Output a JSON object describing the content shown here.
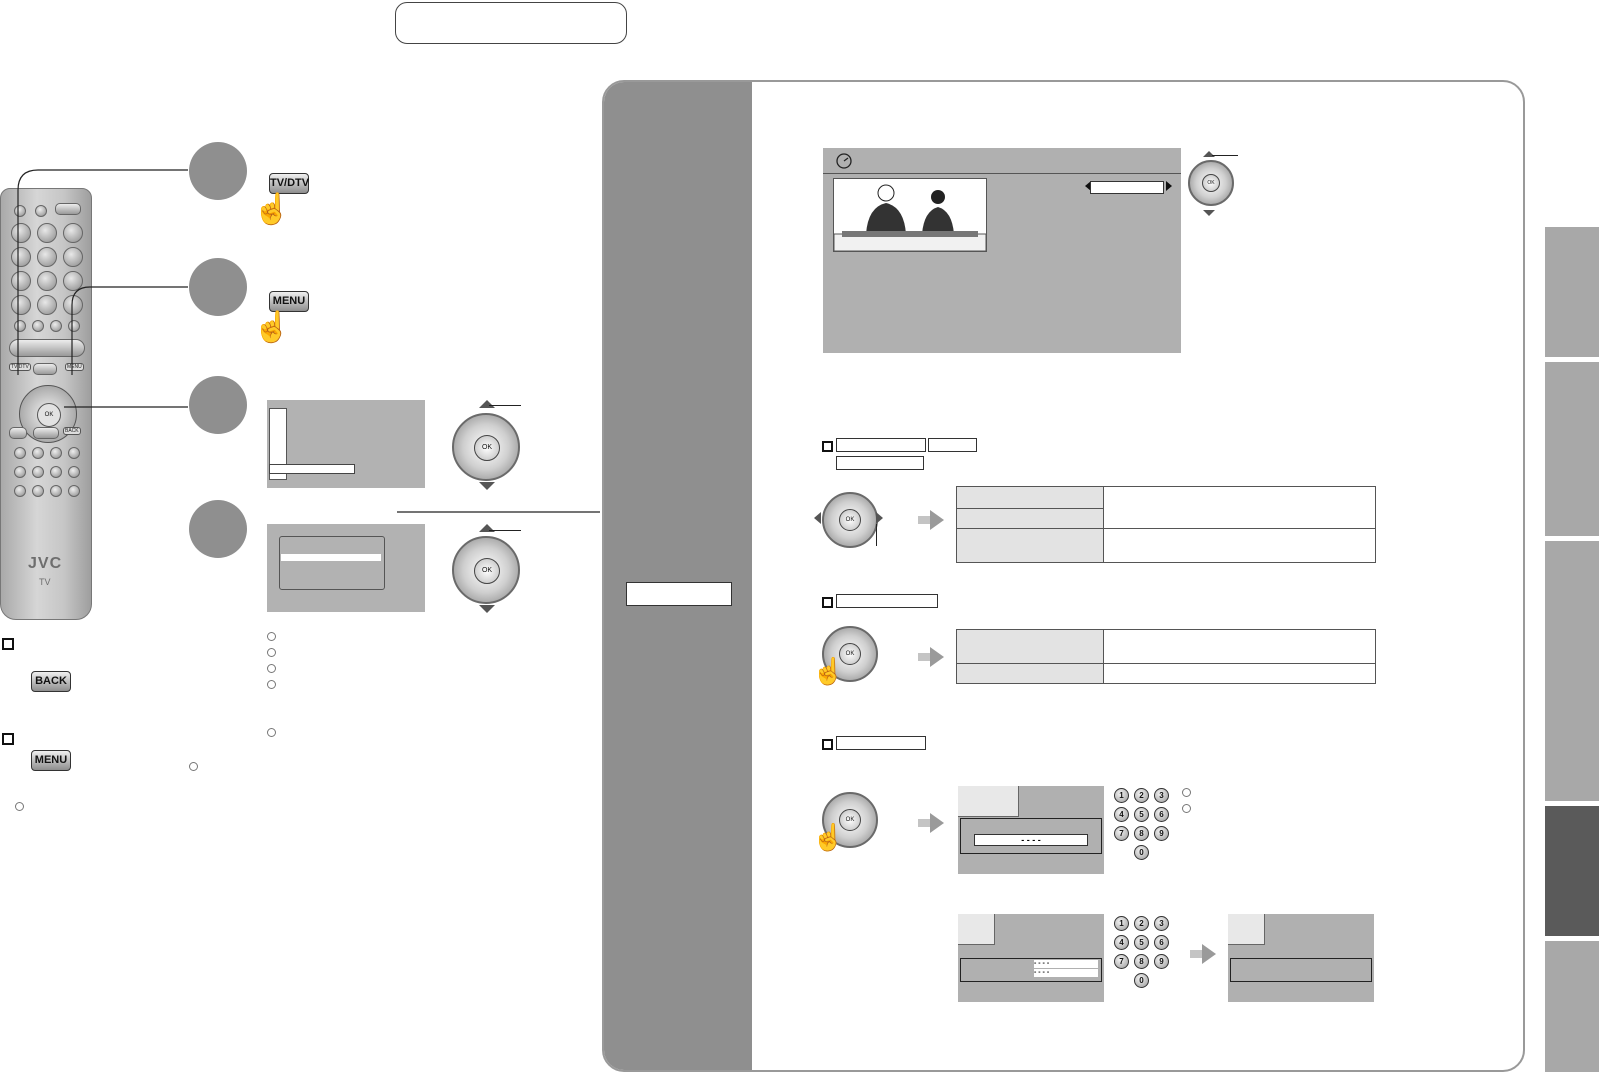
{
  "remote": {
    "brand": "JVC",
    "model_label": "TV",
    "key_tv_dtv": "TV/DTV",
    "key_menu": "MENU",
    "key_back": "BACK",
    "key_ok": "OK"
  },
  "steps": {
    "key_tv_dtv": "TV/DTV",
    "key_menu": "MENU",
    "dpad_ok": "OK"
  },
  "notes": {
    "back_key": "BACK",
    "menu_key": "MENU"
  },
  "panel": {
    "dpad_ok": "OK",
    "tv_screen_dpad_ok": "OK",
    "pin_mask": "- - - -",
    "pin_mask_new": "- - - -",
    "pin_mask_confirm": "- - - -"
  },
  "keypad": [
    "1",
    "2",
    "3",
    "4",
    "5",
    "6",
    "7",
    "8",
    "9",
    "0"
  ],
  "colors": {
    "panel_sidebar": "#8f8f8f",
    "screen_gray": "#b0b0b0",
    "step_circle": "#8f8f8f",
    "tab_active": "#5a5a5a",
    "tab_inactive": "#a8a8a8"
  },
  "icons": [
    "pointing-hand-icon",
    "clock-icon",
    "arrow-right-icon",
    "remote-control-icon"
  ]
}
